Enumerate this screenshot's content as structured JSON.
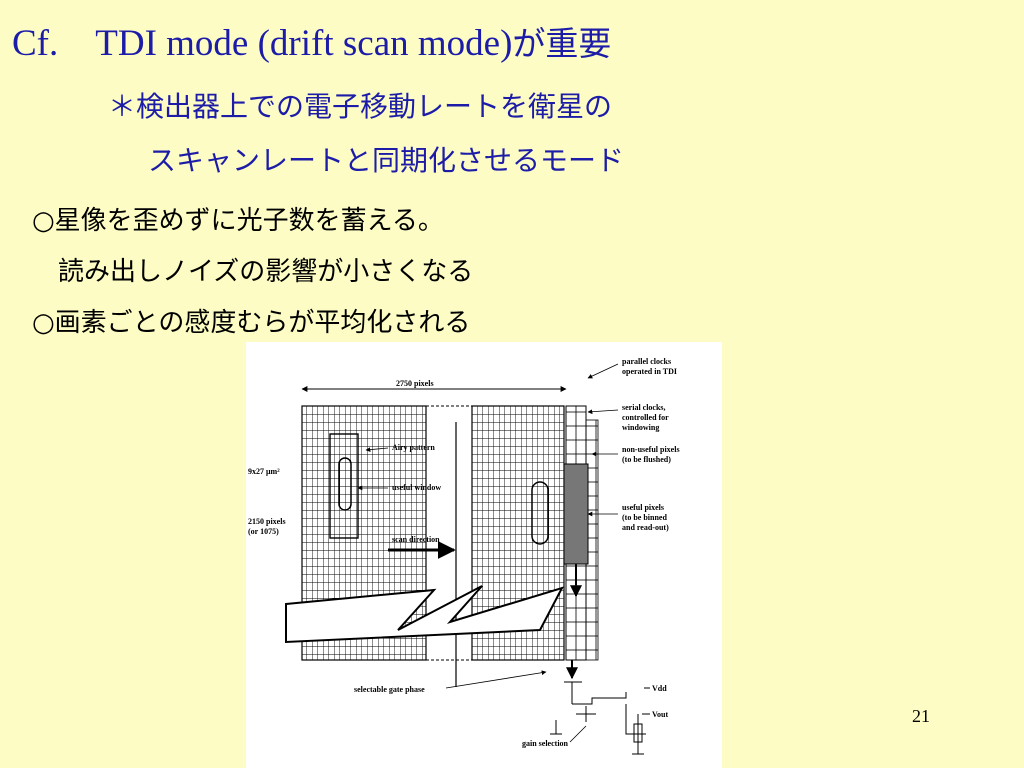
{
  "slide": {
    "title_en": "Cf.　TDI mode (drift scan mode)",
    "title_jp": "が重要",
    "subtitle_line1": "＊検出器上での電子移動レートを衛星の",
    "subtitle_line2": "スキャンレートと同期化させるモード",
    "bullet1": "○星像を歪めずに光子数を蓄える。",
    "bullet1_sub": "読み出しノイズの影響が小さくなる",
    "bullet2": "○画素ごとの感度むらが平均化される",
    "page_number": "21"
  },
  "figure": {
    "label_width": "2750 pixels",
    "label_parallel_1": "parallel clocks",
    "label_parallel_2": "operated in TDI",
    "label_serial_1": "serial clocks,",
    "label_serial_2": "controlled for",
    "label_serial_3": "windowing",
    "label_nonuseful_1": "non-useful pixels",
    "label_nonuseful_2": "(to be flushed)",
    "label_pixel_size": "9x27 μm²",
    "label_airy": "Airy pattern",
    "label_window": "useful window",
    "label_height_1": "2150 pixels",
    "label_height_2": "(or 1075)",
    "label_scan": "scan direction",
    "label_useful_1": "useful pixels",
    "label_useful_2": "(to be binned",
    "label_useful_3": "and read-out)",
    "label_gate": "selectable gate phase",
    "label_vdd": "Vdd",
    "label_vout": "Vout",
    "label_gain": "gain selection"
  }
}
